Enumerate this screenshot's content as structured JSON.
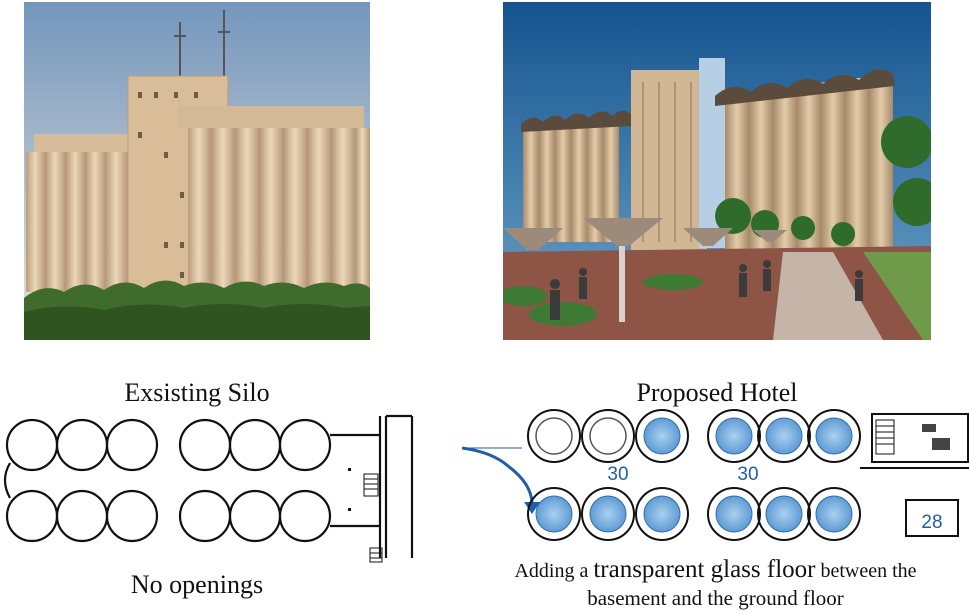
{
  "left": {
    "caption_top": "Exsisting Silo",
    "caption_bottom": "No openings"
  },
  "right": {
    "caption_top": "Proposed Hotel",
    "caption_bottom_line1_small_a": "Adding a ",
    "caption_bottom_line1_large": "transparent glass floor",
    "caption_bottom_line1_small_b": " between the",
    "caption_bottom_line2": "basement and the ground floor",
    "plan_labels": [
      "30",
      "30",
      "28"
    ]
  },
  "colors": {
    "sky": "#7ea3c6",
    "silo_tan": "#d9bf9c",
    "hedge": "#3f6b2c",
    "render_sky": "#1d5e9a",
    "glass_blue": "#8fbde6",
    "plan_blue": "#1f5fa8"
  },
  "icons": [
    "antenna-icon",
    "person-icon",
    "stair-icon"
  ]
}
